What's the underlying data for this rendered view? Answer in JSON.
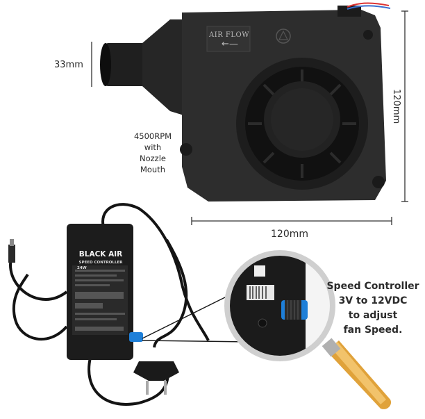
{
  "dimensions": {
    "nozzle_diameter": "33mm",
    "height": "120mm",
    "width": "120mm"
  },
  "fan": {
    "airflow_label": "AIR FLOW",
    "speed_caption": [
      "4500RPM",
      "with",
      "Nozzle",
      "Mouth"
    ]
  },
  "controller": {
    "brand": "BLACK AIR",
    "model": "SPEED CONTROLLER",
    "power": "24W",
    "callout": [
      "Speed Controller",
      "3V to 12VDC",
      "to adjust",
      "fan Speed."
    ]
  },
  "colors": {
    "fan_body": "#2a2a2a",
    "adapter_body": "#1c1c1c",
    "knob_accent": "#1e7fd8",
    "magnifier_handle": "#e0a23a"
  }
}
